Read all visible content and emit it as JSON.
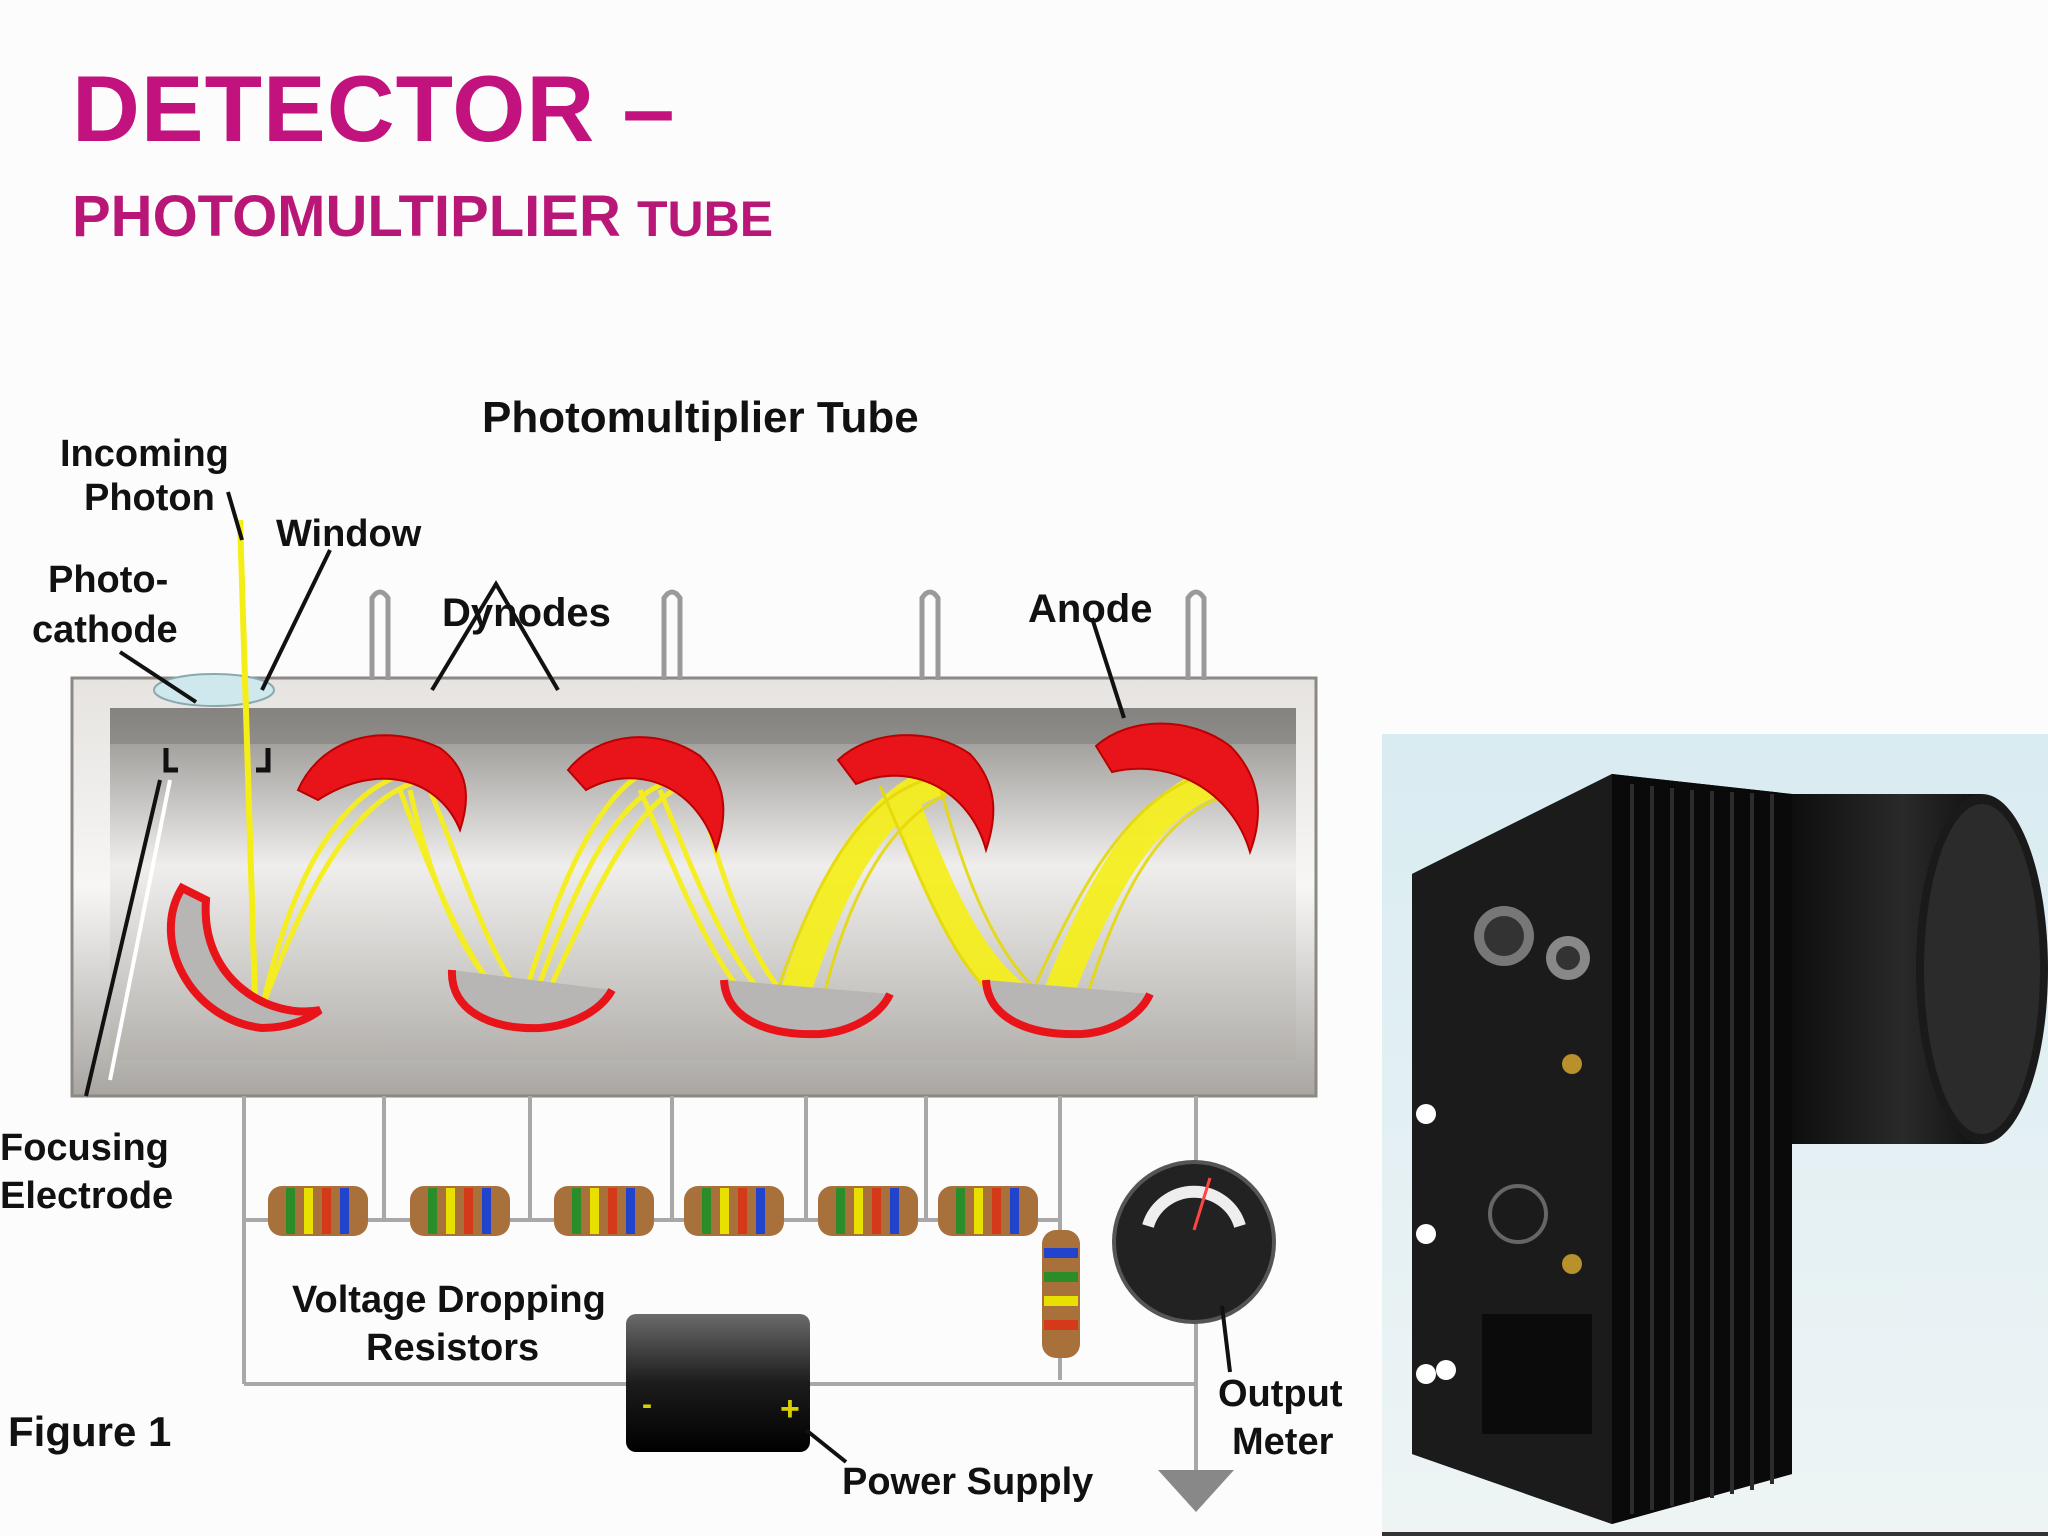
{
  "slide": {
    "title": "DETECTOR –",
    "subtitle_main": "PHOTOMULTIPLIER",
    "subtitle_small": "TUBE"
  },
  "diagram": {
    "heading": "Photomultiplier Tube",
    "labels": {
      "incoming_photon_1": "Incoming",
      "incoming_photon_2": "Photon",
      "window": "Window",
      "photocathode_1": "Photo-",
      "photocathode_2": "cathode",
      "dynodes": "Dynodes",
      "anode": "Anode",
      "focusing_electrode_1": "Focusing",
      "focusing_electrode_2": "Electrode",
      "resistors_1": "Voltage Dropping",
      "resistors_2": "Resistors",
      "power_supply": "Power Supply",
      "output_meter_1": "Output",
      "output_meter_2": "Meter",
      "figure": "Figure 1",
      "minus": "-",
      "plus": "+"
    }
  },
  "colors": {
    "title": "#c2127e",
    "dynode": "#e8141a",
    "electron_beam": "#f4ee16",
    "tube": "#c9c6c2"
  }
}
